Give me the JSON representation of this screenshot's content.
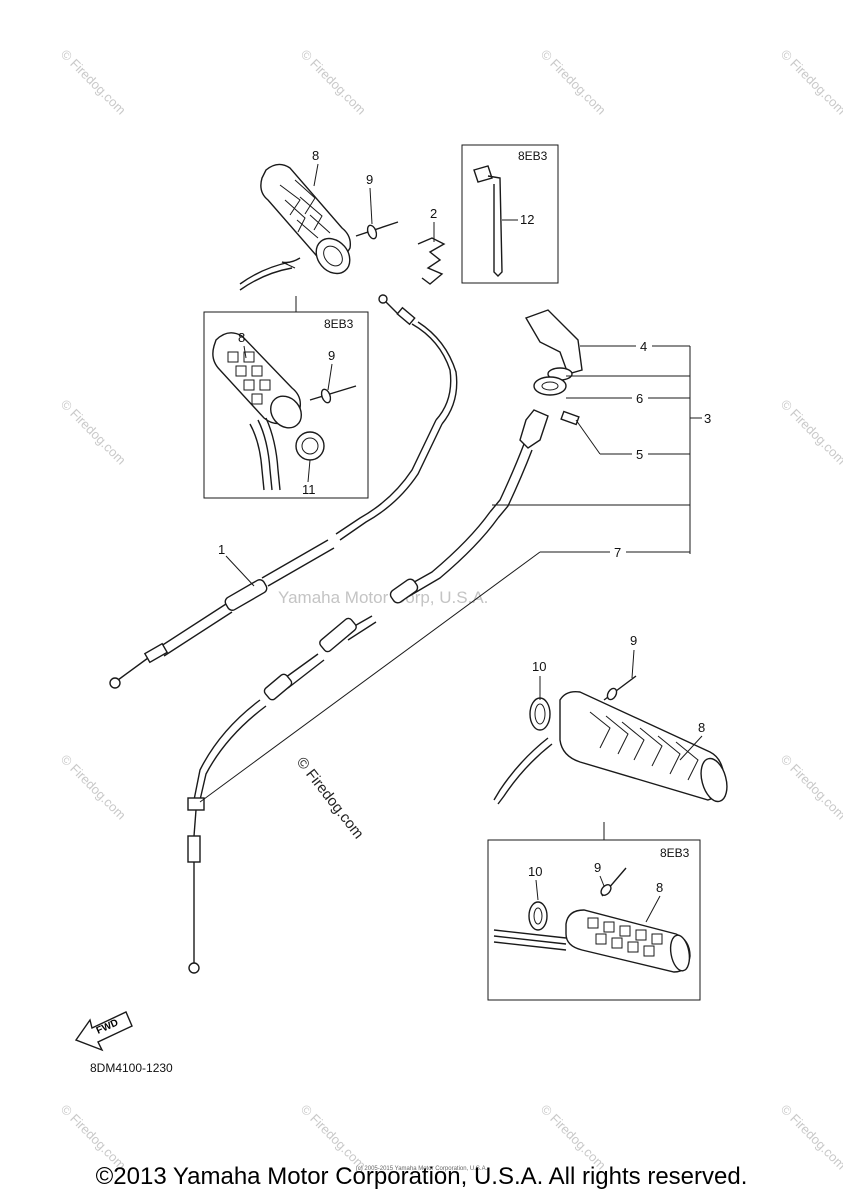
{
  "diagram": {
    "inset_label_top_right": "8EB3",
    "inset_label_left": "8EB3",
    "inset_label_bottom": "8EB3",
    "part_labels": {
      "p1": "1",
      "p2": "2",
      "p3": "3",
      "p4": "4",
      "p5": "5",
      "p6": "6",
      "p7": "7",
      "p8": "8",
      "p9": "9",
      "p10": "10",
      "p11": "11",
      "p12": "12"
    },
    "fwd_label": "FWD",
    "diagram_code": "8DM4100-1230",
    "watermark_center": "Yamaha Motor Corp, U.S.A.",
    "watermark_firedog": "© Firedog.com"
  },
  "footer": {
    "copyright": "©2013 Yamaha Motor Corporation, U.S.A. All rights reserved.",
    "fine_print": "(c) 2005-2015 Yamaha Motor Corporation, U.S.A."
  }
}
